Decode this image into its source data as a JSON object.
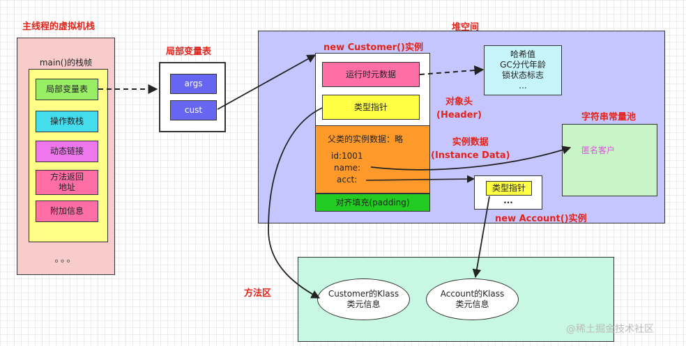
{
  "titles": {
    "vm_stack": "主线程的虚拟机栈",
    "local_var_table": "局部变量表",
    "heap": "堆空间",
    "method_area": "方法区",
    "string_pool": "字符串常量池"
  },
  "stack": {
    "frame_title": "main()的栈帧",
    "items": [
      "局部变量表",
      "操作数栈",
      "动态链接",
      "方法返回\n地址",
      "附加信息"
    ],
    "dots": "。。。"
  },
  "local_vars": [
    "args",
    "cust"
  ],
  "customer": {
    "title": "new Customer()实例",
    "runtime_data": "运行时元数据",
    "type_pointer": "类型指针",
    "parent_data": "父类的实例数据：略",
    "fields": [
      "id:1001",
      "name:",
      "acct:"
    ],
    "padding": "对齐填充(padding)"
  },
  "header_info": [
    "哈希值",
    "GC分代年龄",
    "锁状态标志",
    "..."
  ],
  "labels": {
    "object_header": "对象头\n(Header)",
    "instance_data": "实例数据\n(Instance Data)"
  },
  "string_pool_item": "匿名客户",
  "account": {
    "title": "new Account()实例",
    "type_pointer": "类型指针",
    "dots": "..."
  },
  "klass": [
    {
      "line1": "Customer的Klass",
      "line2": "类元信息"
    },
    {
      "line1": "Account的Klass",
      "line2": "类元信息"
    }
  ],
  "watermark": "@稀土掘金技术社区"
}
